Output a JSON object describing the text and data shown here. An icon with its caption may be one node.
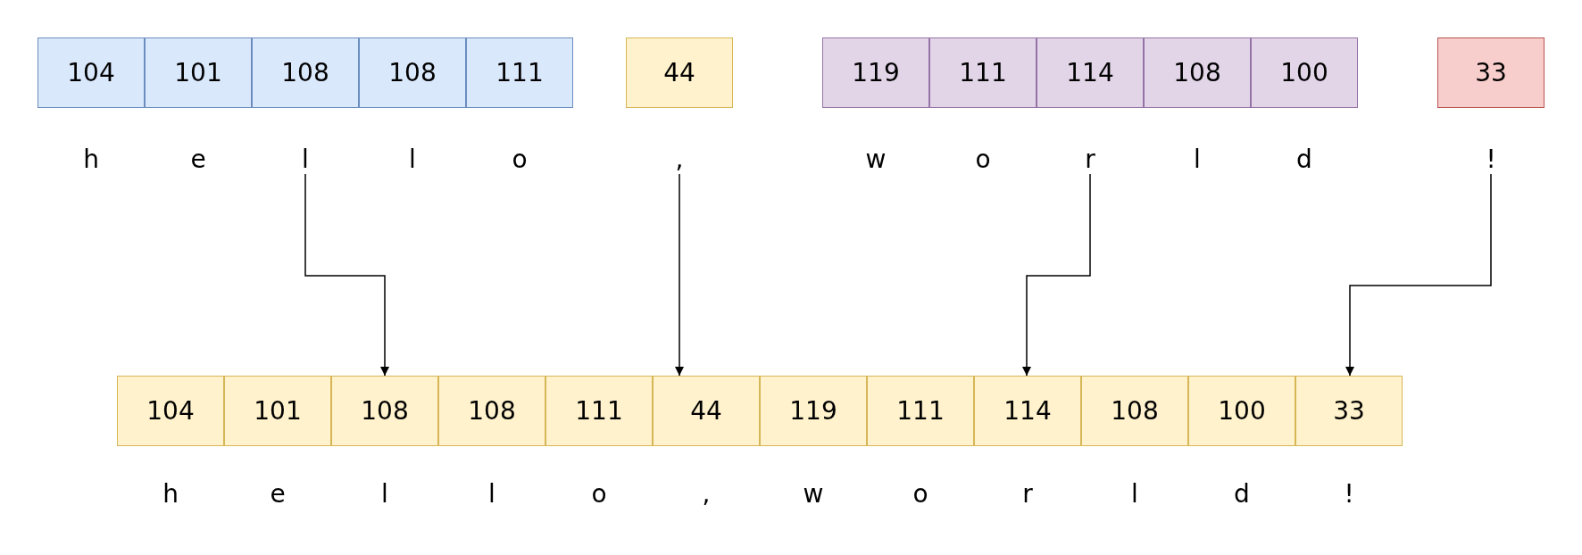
{
  "diagram": {
    "nodes": [
      {
        "text": [
          "104"
        ]
      },
      {
        "text": [
          "101"
        ]
      },
      {
        "text": [
          "108"
        ]
      },
      {
        "text": [
          "108"
        ]
      },
      {
        "text": [
          "111"
        ]
      },
      {
        "text": [
          "44"
        ]
      },
      {
        "text": [
          "119"
        ]
      },
      {
        "text": [
          "111"
        ]
      },
      {
        "text": [
          "114"
        ]
      },
      {
        "text": [
          "108"
        ]
      },
      {
        "text": [
          "100"
        ]
      },
      {
        "text": [
          "33"
        ]
      },
      {
        "text": [
          "h"
        ]
      },
      {
        "text": [
          "e"
        ]
      },
      {
        "text": [
          "l"
        ]
      },
      {
        "text": [
          "l"
        ]
      },
      {
        "text": [
          "o"
        ]
      },
      {
        "text": [
          ","
        ]
      },
      {
        "text": [
          "w"
        ]
      },
      {
        "text": [
          "o"
        ]
      },
      {
        "text": [
          "r"
        ]
      },
      {
        "text": [
          "l"
        ]
      },
      {
        "text": [
          "d"
        ]
      },
      {
        "text": [
          "!"
        ]
      },
      {
        "text": [
          "104"
        ]
      },
      {
        "text": [
          "101"
        ]
      },
      {
        "text": [
          "108"
        ]
      },
      {
        "text": [
          "108"
        ]
      },
      {
        "text": [
          "111"
        ]
      },
      {
        "text": [
          "44"
        ]
      },
      {
        "text": [
          "119"
        ]
      },
      {
        "text": [
          "111"
        ]
      },
      {
        "text": [
          "114"
        ]
      },
      {
        "text": [
          "108"
        ]
      },
      {
        "text": [
          "100"
        ]
      },
      {
        "text": [
          "33"
        ]
      },
      {
        "text": [
          "h"
        ]
      },
      {
        "text": [
          "e"
        ]
      },
      {
        "text": [
          "l"
        ]
      },
      {
        "text": [
          "l"
        ]
      },
      {
        "text": [
          "o"
        ]
      },
      {
        "text": [
          ","
        ]
      },
      {
        "text": [
          "w"
        ]
      },
      {
        "text": [
          "o"
        ]
      },
      {
        "text": [
          "r"
        ]
      },
      {
        "text": [
          "l"
        ]
      },
      {
        "text": [
          "d"
        ]
      },
      {
        "text": [
          "!"
        ]
      }
    ],
    "edges": [
      {
        "from": 14,
        "to": 26,
        "arrow": "to"
      },
      {
        "from": 17,
        "to": 29,
        "arrow": "to"
      },
      {
        "from": 20,
        "to": 32,
        "arrow": "to"
      },
      {
        "from": 23,
        "to": 35,
        "arrow": "to"
      }
    ]
  }
}
